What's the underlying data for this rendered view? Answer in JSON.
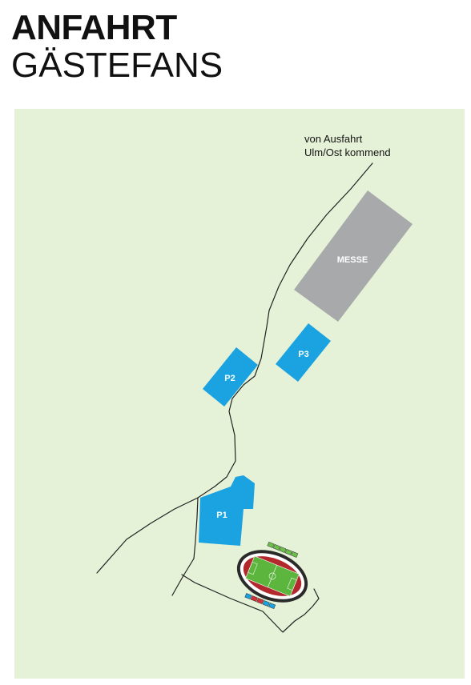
{
  "header": {
    "title": "ANFAHRT",
    "subtitle": "GÄSTEFANS"
  },
  "map": {
    "background_color": "#e6f2d8",
    "road_color": "#222222",
    "parking_color": "#1aa3e0",
    "messe_color": "#a8a9ab",
    "direction_label_line1": "von Ausfahrt",
    "direction_label_line2": "Ulm/Ost kommend",
    "messe_label": "MESSE",
    "parking": [
      {
        "label": "P1"
      },
      {
        "label": "P2"
      },
      {
        "label": "P3"
      }
    ]
  }
}
